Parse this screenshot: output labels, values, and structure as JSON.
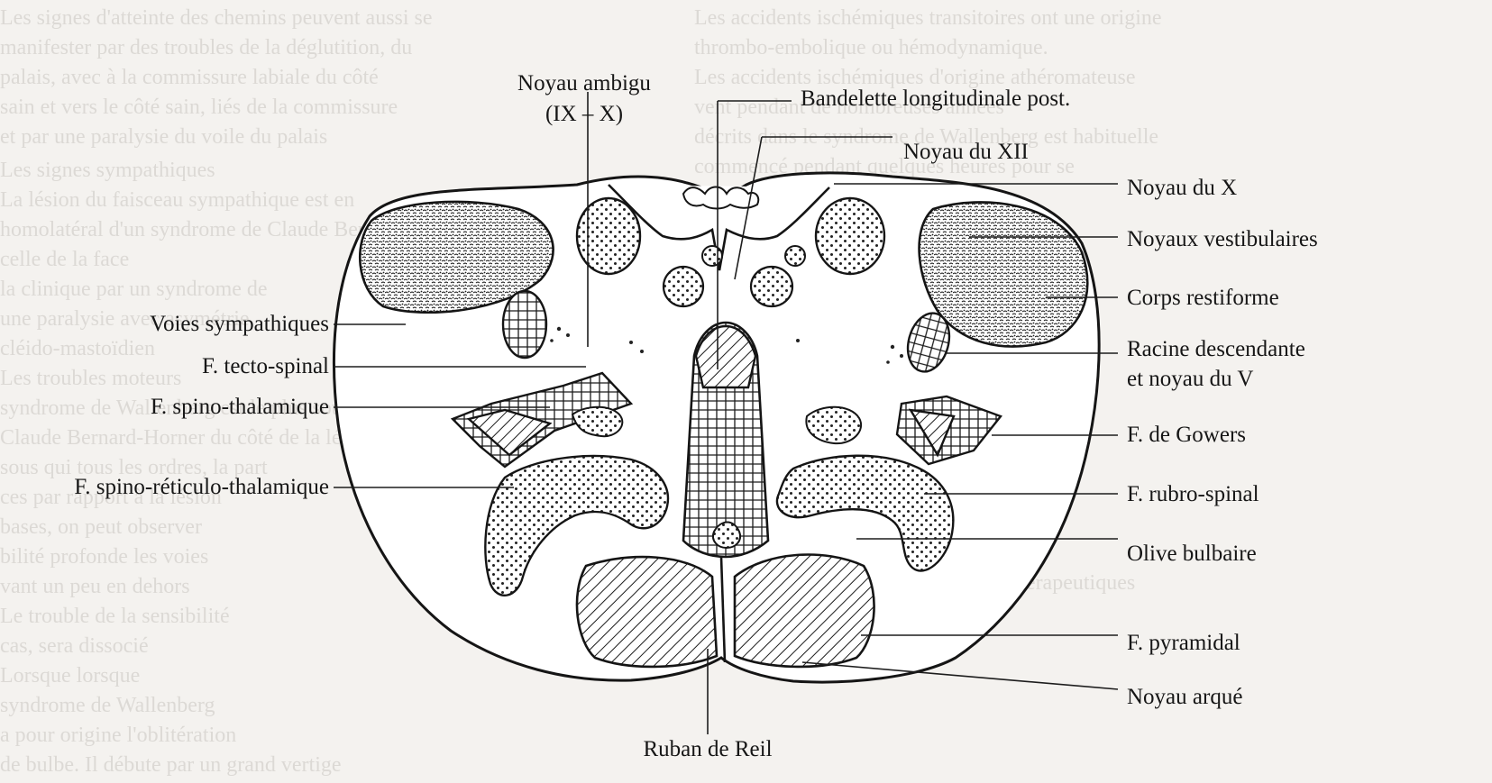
{
  "diagram": {
    "labels_left": {
      "voies_sympathiques": "Voies sympathiques",
      "tecto_spinal": "F. tecto-spinal",
      "spino_thalamique": "F. spino-thalamique",
      "spino_reticulo": "F. spino-réticulo-thalamique"
    },
    "labels_top": {
      "noyau_ambigu_1": "Noyau ambigu",
      "noyau_ambigu_2": "(IX – X)",
      "bandelette": "Bandelette longitudinale post."
    },
    "labels_right": {
      "noyau_xii": "Noyau du XII",
      "noyau_x": "Noyau du X",
      "vestibulaires": "Noyaux vestibulaires",
      "restiforme": "Corps restiforme",
      "racine_1": "Racine descendante",
      "racine_2": "et noyau du V",
      "gowers": "F. de Gowers",
      "rubro_spinal": "F. rubro-spinal",
      "olive": "Olive bulbaire",
      "pyramidal": "F. pyramidal",
      "arque": "Noyau arqué"
    },
    "labels_bottom": {
      "ruban_reil": "Ruban de Reil"
    }
  }
}
